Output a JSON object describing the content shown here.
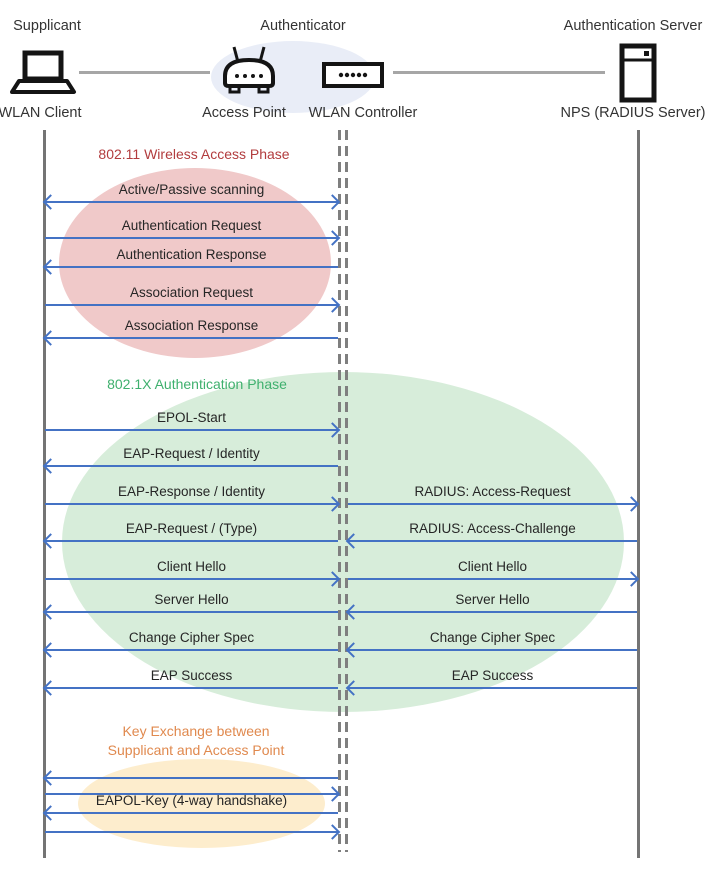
{
  "header": {
    "roles": [
      {
        "label": "Supplicant"
      },
      {
        "label": "Authenticator"
      },
      {
        "label": "Authentication Server"
      }
    ],
    "nodes": [
      {
        "label": "WLAN Client",
        "icon": "laptop-icon"
      },
      {
        "label": "Access Point",
        "icon": "access-point-icon"
      },
      {
        "label": "WLAN Controller",
        "icon": "wlan-controller-icon"
      },
      {
        "label": "NPS (RADIUS Server)",
        "icon": "server-icon"
      }
    ]
  },
  "phases": {
    "wireless": {
      "title": "802.11 Wireless Access Phase",
      "color": "#b23c3e",
      "ellipse_color": "#f0c9c9"
    },
    "auth": {
      "title": "802.1X Authentication Phase",
      "color": "#3fb06e",
      "ellipse_color": "#d7edda"
    },
    "key": {
      "title_line1": "Key Exchange between",
      "title_line2": "Supplicant and Access Point",
      "color": "#e0894e",
      "ellipse_color": "#fdedcd"
    }
  },
  "messages": {
    "left": [
      {
        "label": "Active/Passive scanning",
        "direction": "both"
      },
      {
        "label": "Authentication Request",
        "direction": "right"
      },
      {
        "label": "Authentication Response",
        "direction": "left"
      },
      {
        "label": "Association Request",
        "direction": "right"
      },
      {
        "label": "Association Response",
        "direction": "left"
      },
      {
        "label": "EPOL-Start",
        "direction": "right"
      },
      {
        "label": "EAP-Request / Identity",
        "direction": "left"
      },
      {
        "label": "EAP-Response / Identity",
        "direction": "right"
      },
      {
        "label": "EAP-Request / (Type)",
        "direction": "left"
      },
      {
        "label": "Client Hello",
        "direction": "right"
      },
      {
        "label": "Server Hello",
        "direction": "left"
      },
      {
        "label": "Change Cipher Spec",
        "direction": "left"
      },
      {
        "label": "EAP Success",
        "direction": "left"
      },
      {
        "label": "",
        "direction": "left"
      },
      {
        "label": "",
        "direction": "right"
      },
      {
        "label": "EAPOL-Key (4-way handshake)",
        "direction": "left"
      },
      {
        "label": "",
        "direction": "right"
      }
    ],
    "right": [
      {
        "label": "RADIUS: Access-Request",
        "direction": "right"
      },
      {
        "label": "RADIUS: Access-Challenge",
        "direction": "left"
      },
      {
        "label": "Client Hello",
        "direction": "right"
      },
      {
        "label": "Server Hello",
        "direction": "left"
      },
      {
        "label": "Change Cipher Spec",
        "direction": "left"
      },
      {
        "label": "EAP Success",
        "direction": "left"
      }
    ]
  },
  "colors": {
    "arrow_blue": "#4472c4",
    "lifeline_gray": "#747474",
    "connector_gray": "#a6a6a6",
    "header_ellipse": "#e9edf7",
    "text": "#262626"
  }
}
